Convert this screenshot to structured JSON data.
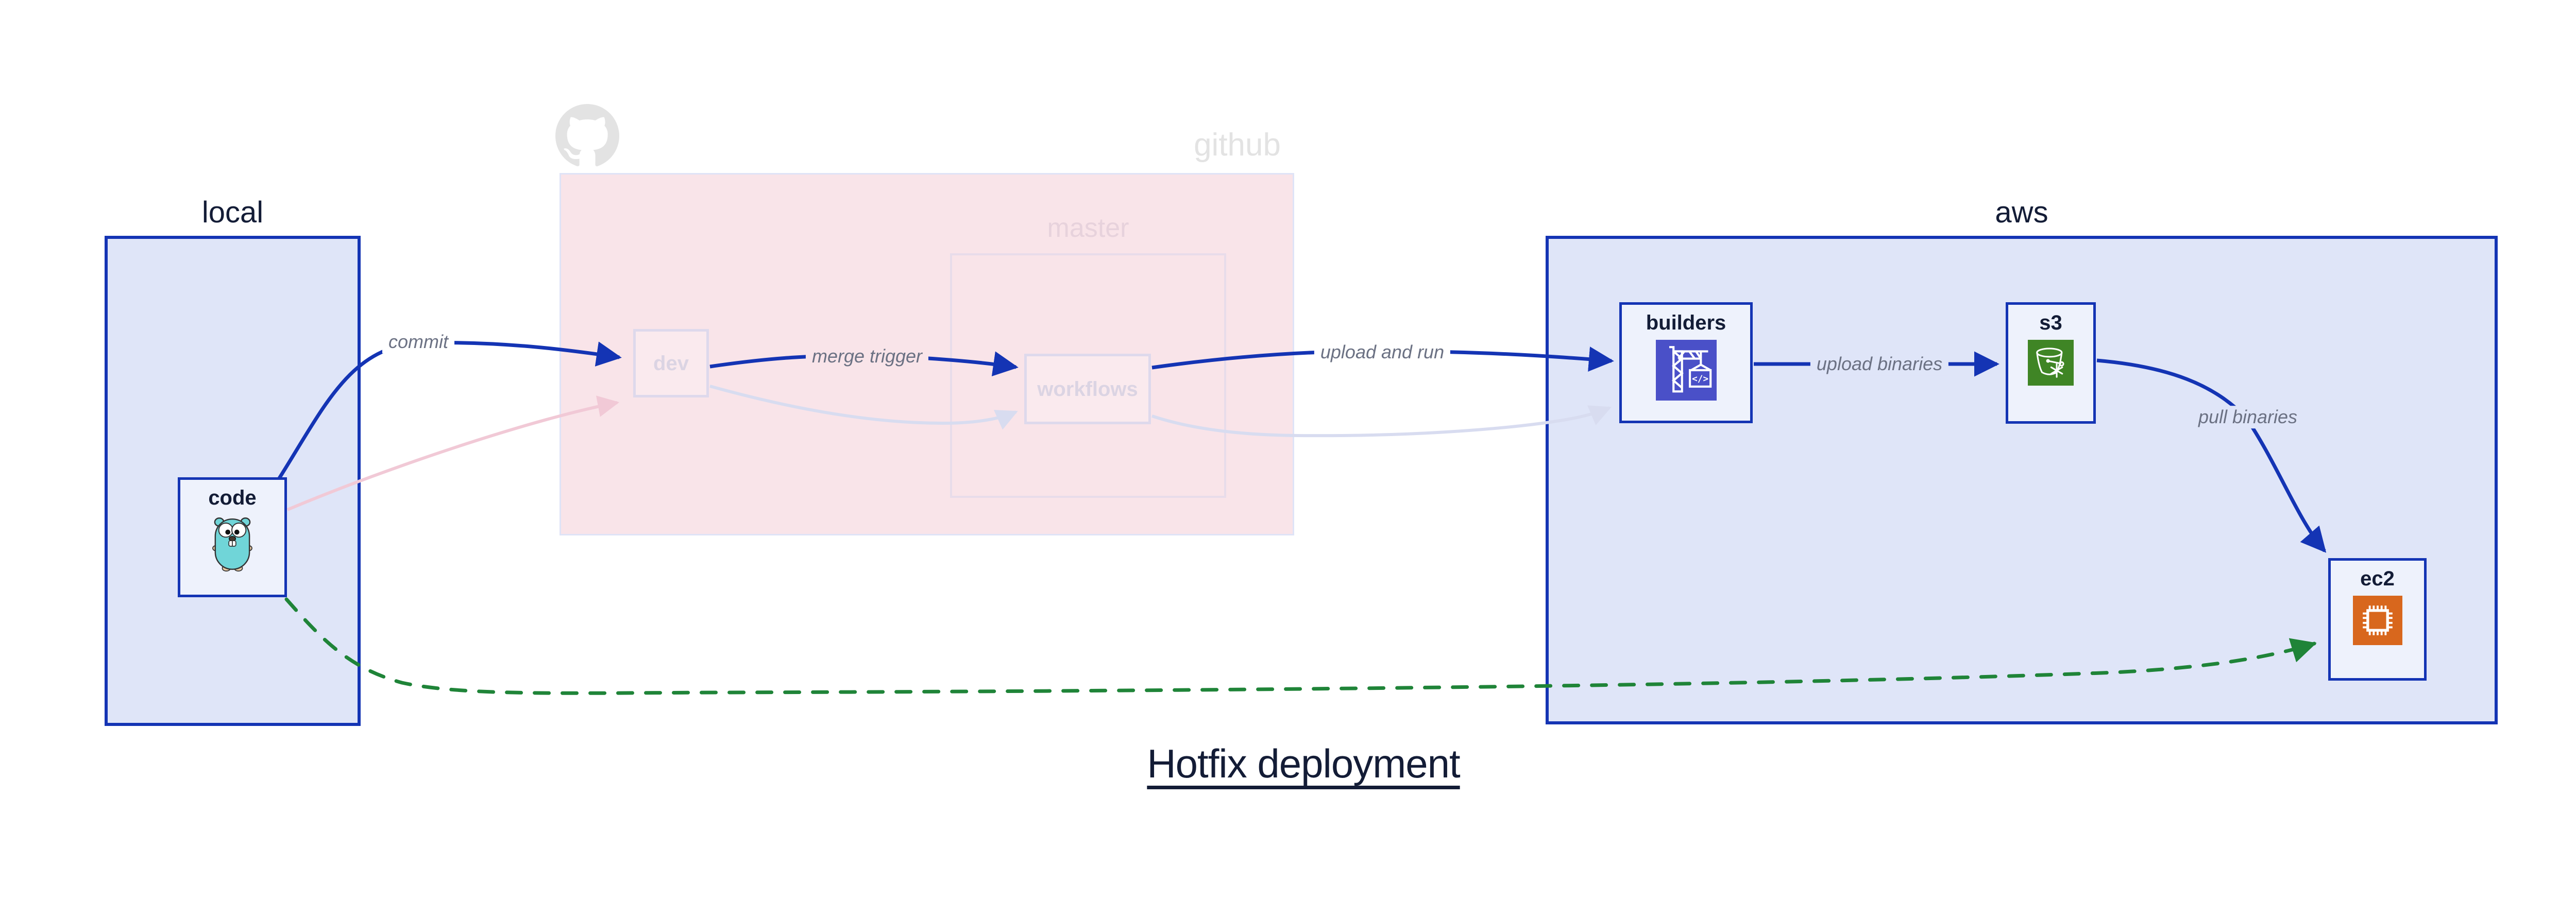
{
  "diagram": {
    "title": "Hotfix deployment"
  },
  "groups": {
    "local": {
      "label": "local"
    },
    "github": {
      "label": "github",
      "master": {
        "label": "master"
      }
    },
    "aws": {
      "label": "aws"
    }
  },
  "nodes": {
    "code": {
      "label": "code",
      "icon": "go-gopher-icon"
    },
    "dev": {
      "label": "dev"
    },
    "workflows": {
      "label": "workflows"
    },
    "builders": {
      "label": "builders",
      "icon": "codebuild-crane-icon"
    },
    "s3": {
      "label": "s3",
      "icon": "s3-glacier-bucket-icon"
    },
    "ec2": {
      "label": "ec2",
      "icon": "ec2-chip-icon"
    }
  },
  "edges": [
    {
      "id": "commit",
      "label": "commit",
      "from": "code",
      "to": "dev",
      "style": "solid-blue"
    },
    {
      "id": "merge-trigger",
      "label": "merge trigger",
      "from": "dev",
      "to": "workflows",
      "style": "solid-blue"
    },
    {
      "id": "upload-and-run",
      "label": "upload and run",
      "from": "workflows",
      "to": "builders",
      "style": "solid-blue"
    },
    {
      "id": "upload-binaries",
      "label": "upload binaries",
      "from": "builders",
      "to": "s3",
      "style": "solid-blue"
    },
    {
      "id": "pull-binaries",
      "label": "pull binaries",
      "from": "s3",
      "to": "ec2",
      "style": "solid-blue"
    },
    {
      "id": "hotfix-pull",
      "label": "",
      "from": "code",
      "to": "ec2",
      "style": "dashed-green"
    },
    {
      "id": "normal-commit",
      "label": "",
      "from": "code",
      "to": "dev",
      "style": "faded-pink"
    },
    {
      "id": "normal-merge",
      "label": "",
      "from": "dev",
      "to": "workflows",
      "style": "faded-lavender"
    },
    {
      "id": "normal-upload",
      "label": "",
      "from": "workflows",
      "to": "builders",
      "style": "faded-lavender"
    }
  ],
  "colors": {
    "flow_highlight_blue": "#1434b4",
    "hotfix_green": "#1f8438",
    "group_fill_lavender": "#dfe5f8",
    "github_fill_pink": "#f9e4e9",
    "faded_pink_edge": "#f1c9d6",
    "faded_lavender_edge": "#d8dcf0",
    "codebuild_indigo": "#4a50c8",
    "s3_green": "#3f8525",
    "ec2_orange": "#d8671d",
    "gopher_teal": "#70d5d8",
    "text_navy": "#131c36",
    "edge_label_gray": "#6b7183"
  }
}
